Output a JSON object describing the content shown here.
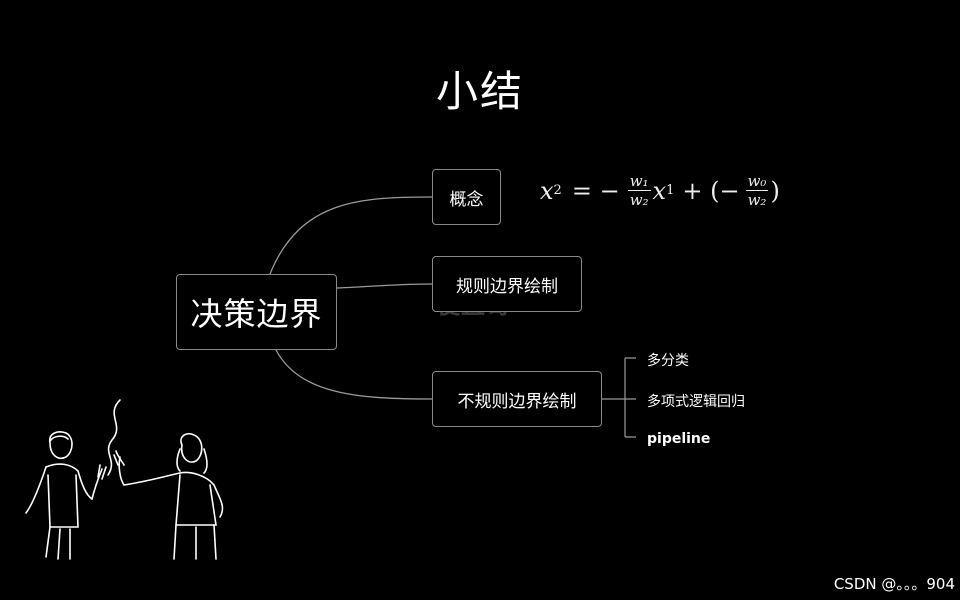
{
  "title": "小结",
  "root": "决策边界",
  "branches": [
    {
      "label": "概念"
    },
    {
      "label": "规则边界绘制"
    },
    {
      "label": "不规则边界绘制"
    }
  ],
  "sub_items": [
    "多分类",
    "多项式逻辑回归",
    "pipeline"
  ],
  "formula": {
    "lhs": "x",
    "lhs_sub": "2",
    "eq": "= −",
    "frac1_num": "w₁",
    "frac1_den": "w₂",
    "x1": "x",
    "x1_sub": "1",
    "plus": "+ (−",
    "frac2_num": "w₀",
    "frac2_den": "w₂",
    "close": ")"
  },
  "watermark": "梗直哥",
  "footer": "CSDN @。。。904",
  "colors": {
    "background": "#000000",
    "line": "#9a9a9a",
    "border": "#8a8a8a",
    "text": "#ffffff"
  }
}
